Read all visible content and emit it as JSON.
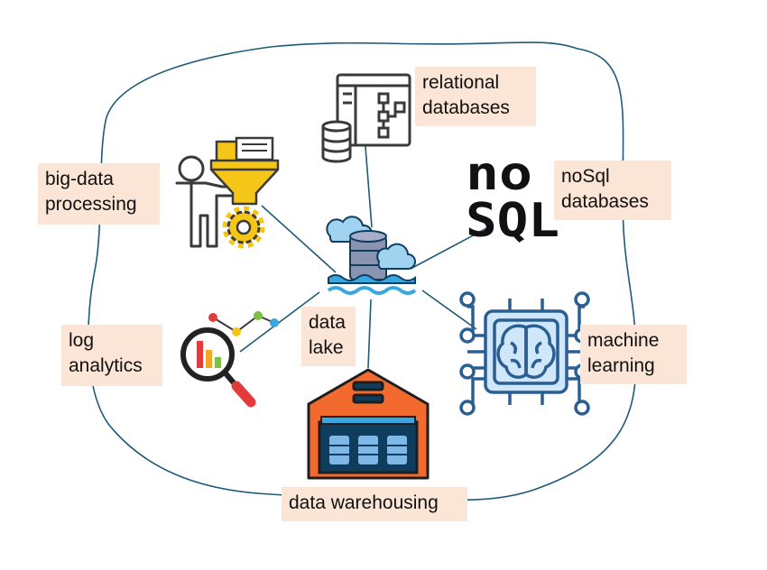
{
  "colors": {
    "outline": "#1f5a78",
    "label_bg": "#fbe5d6",
    "icon_grey": "#3a3a3a",
    "gold": "#f5c518",
    "orange": "#f26a2e",
    "navy": "#0f3d5e",
    "sky": "#9fd3f0",
    "ml_blue": "#2a5f93",
    "ml_fill": "#cfe6fb"
  },
  "labels": {
    "relational": [
      "relational",
      "databases"
    ],
    "nosql": [
      "noSql",
      "databases"
    ],
    "bigdata": [
      "big-data",
      "processing"
    ],
    "log": [
      "log",
      "analytics"
    ],
    "lake": [
      "data",
      "lake"
    ],
    "ml": [
      "machine",
      "learning"
    ],
    "warehouse": "data warehousing"
  },
  "icons": {
    "center": "data-lake-icon",
    "relational": "relational-database-icon",
    "nosql": "nosql-logo-icon",
    "bigdata": "person-funnel-gear-icon",
    "log": "magnifier-chart-icon",
    "ml": "brain-chip-icon",
    "warehouse": "warehouse-icon"
  },
  "nosql_logo": [
    "no",
    "SQL"
  ]
}
